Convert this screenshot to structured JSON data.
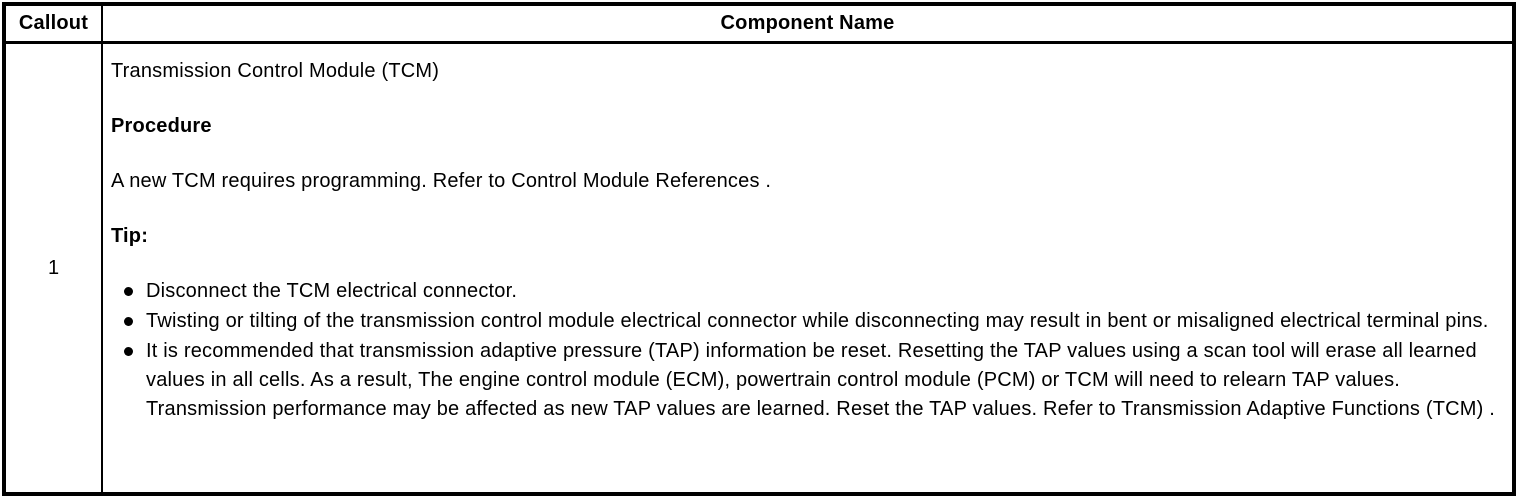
{
  "table": {
    "headers": {
      "callout": "Callout",
      "component_name": "Component Name"
    },
    "rows": [
      {
        "callout": "1",
        "title": "Transmission Control Module (TCM)",
        "procedure_heading": "Procedure",
        "procedure_text": "A new TCM requires programming. Refer to Control Module References .",
        "tip_heading": "Tip:",
        "tips": [
          "Disconnect the TCM electrical connector.",
          "Twisting or tilting of the transmission control module electrical connector while disconnecting may result in bent or misaligned electrical terminal pins.",
          "It is recommended that transmission adaptive pressure (TAP) information be reset. Resetting the TAP values using a scan tool will erase all learned values in all cells. As a result, The engine control module (ECM), powertrain control module (PCM) or TCM will need to relearn TAP values. Transmission performance may be affected as new TAP values are learned. Reset the TAP values. Refer to Transmission Adaptive Functions (TCM) ."
        ]
      }
    ],
    "colors": {
      "border": "#000000",
      "text": "#000000",
      "background": "#ffffff"
    }
  }
}
